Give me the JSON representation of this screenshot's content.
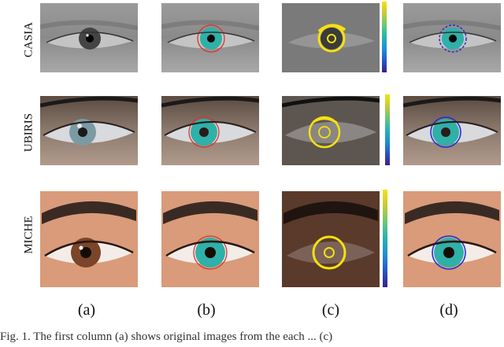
{
  "figure": {
    "row_labels": [
      "CASIA",
      "UBIRIS",
      "MICHE"
    ],
    "column_labels": [
      "(a)",
      "(b)",
      "(c)",
      "(d)"
    ],
    "caption_fragment": "Fig. 1. The first column (a) shows original images from the each ... (c)"
  },
  "colors": {
    "segmentation_fill": "#2fb0a8",
    "boundary_red": "#e0322a",
    "saliency_yellow": "#f5e10f",
    "boundary_blue": "#2a2bd8"
  },
  "colormap": [
    "#3a1f8a",
    "#2657c9",
    "#1f8fd2",
    "#27b3b0",
    "#6bc878",
    "#c6c93a",
    "#f5e10f"
  ]
}
